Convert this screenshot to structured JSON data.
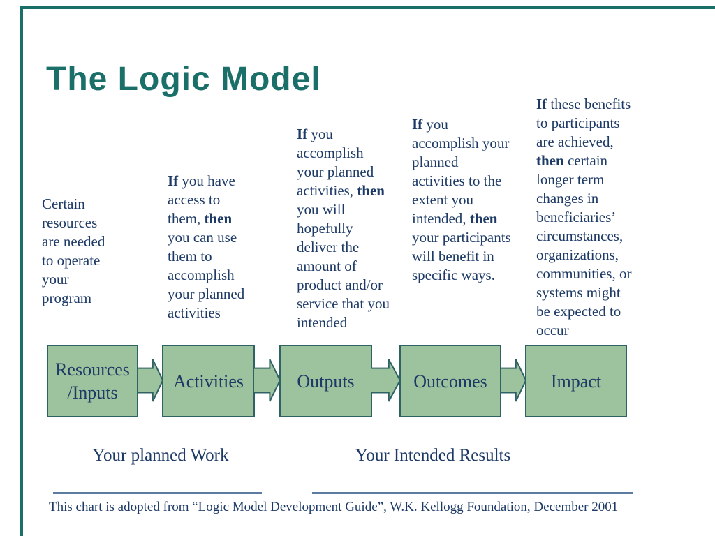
{
  "colors": {
    "accent-teal": "#1a6f68",
    "text-navy": "#1d3a66",
    "box-green": "#9cc39d",
    "box-border": "#2f6264",
    "divider-slate": "#5c7ba0"
  },
  "title": "The Logic Model",
  "descriptions": [
    {
      "for": "resources-inputs",
      "segments": [
        {
          "t": "Certain\nresources\nare needed\nto operate\nyour\nprogram"
        }
      ]
    },
    {
      "for": "activities",
      "segments": [
        {
          "t": "If",
          "b": true
        },
        {
          "t": " you have\naccess to\nthem, "
        },
        {
          "t": "then",
          "b": true
        },
        {
          "t": "\nyou can use\nthem to\naccomplish\nyour planned\nactivities"
        }
      ]
    },
    {
      "for": "outputs",
      "segments": [
        {
          "t": "If",
          "b": true
        },
        {
          "t": " you\naccomplish\nyour planned\nactivities, "
        },
        {
          "t": "then",
          "b": true
        },
        {
          "t": "\nyou will\nhopefully\ndeliver the\namount of\nproduct and/or\nservice that you\nintended"
        }
      ]
    },
    {
      "for": "outcomes",
      "segments": [
        {
          "t": "If",
          "b": true
        },
        {
          "t": " you\naccomplish your\nplanned\nactivities to the\nextent you\nintended, "
        },
        {
          "t": "then",
          "b": true
        },
        {
          "t": "\nyour participants\nwill benefit in\nspecific ways."
        }
      ]
    },
    {
      "for": "impact",
      "segments": [
        {
          "t": "If",
          "b": true
        },
        {
          "t": " these benefits\nto participants\nare achieved,\n"
        },
        {
          "t": "then",
          "b": true
        },
        {
          "t": " certain\nlonger term\nchanges in\nbeneficiaries’\ncircumstances,\norganizations,\ncommunities, or\nsystems might\nbe expected to\noccur"
        }
      ]
    }
  ],
  "boxes": [
    {
      "label": "Resources\n/Inputs"
    },
    {
      "label": "Activities"
    },
    {
      "label": "Outputs"
    },
    {
      "label": "Outcomes"
    },
    {
      "label": "Impact"
    }
  ],
  "section_labels": {
    "planned": "Your planned Work",
    "intended": "Your Intended Results"
  },
  "footer": {
    "citation": "This chart is adopted from “Logic Model Development Guide”, W.K. Kellogg Foundation, December 2001"
  }
}
